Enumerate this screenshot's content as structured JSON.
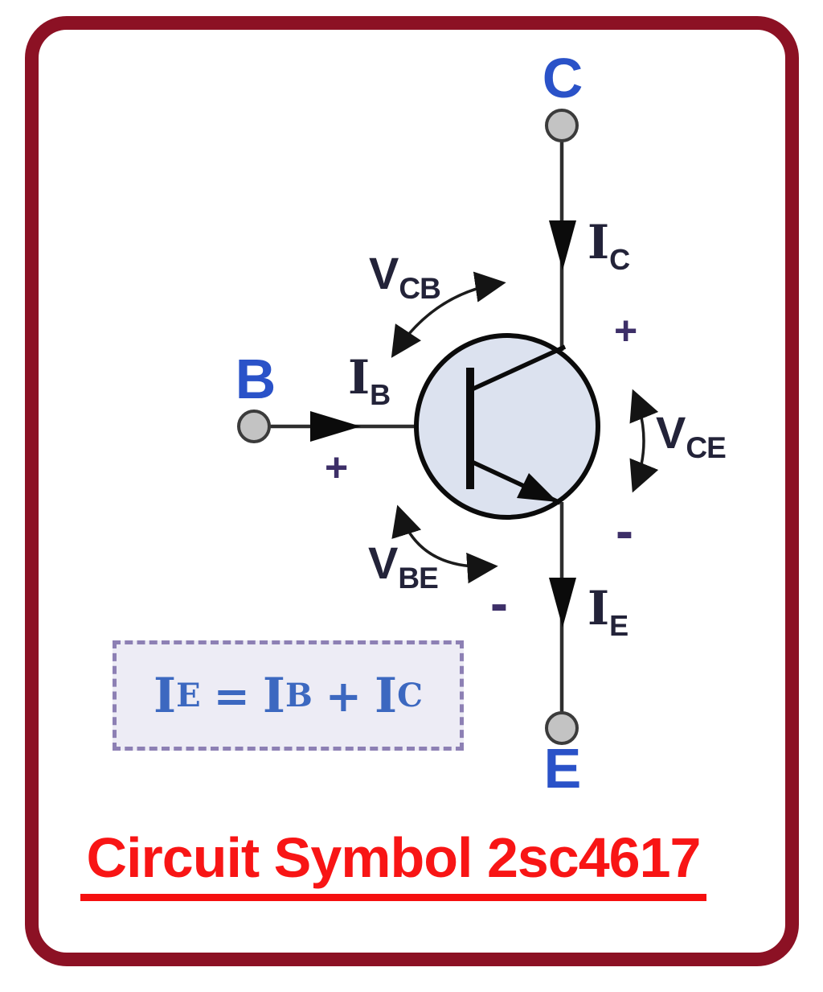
{
  "title": {
    "text": "Circuit Symbol 2sc4617"
  },
  "terminals": {
    "collector": "C",
    "base": "B",
    "emitter": "E"
  },
  "currents": {
    "collector": {
      "symbol": "I",
      "sub": "C"
    },
    "base": {
      "symbol": "I",
      "sub": "B"
    },
    "emitter": {
      "symbol": "I",
      "sub": "E"
    }
  },
  "voltages": {
    "collector_base": {
      "symbol": "V",
      "sub": "CB"
    },
    "collector_emitter": {
      "symbol": "V",
      "sub": "CE"
    },
    "base_emitter": {
      "symbol": "V",
      "sub": "BE"
    }
  },
  "polarity": {
    "base_plus": "+",
    "vce_plus": "+",
    "vce_minus": "-",
    "vbe_minus": "-"
  },
  "formula": {
    "lhs_symbol": "I",
    "lhs_sub": "E",
    "equals": "=",
    "rhs1_symbol": "I",
    "rhs1_sub": "B",
    "plus": "+",
    "rhs2_symbol": "I",
    "rhs2_sub": "C"
  },
  "colors": {
    "frame_border": "#8C1124",
    "terminal_label_blue": "#2A52C8",
    "diagram_ink": "#1C1C1C",
    "label_ink": "#232339",
    "polarity_ink": "#3D2F68",
    "transistor_fill": "#DCE2EF",
    "terminal_fill": "#C3C3C3",
    "formula_text": "#3C68C0",
    "formula_box_border": "#8D80B4",
    "formula_box_fill": "#EDECF5",
    "title_red": "#F81515"
  }
}
